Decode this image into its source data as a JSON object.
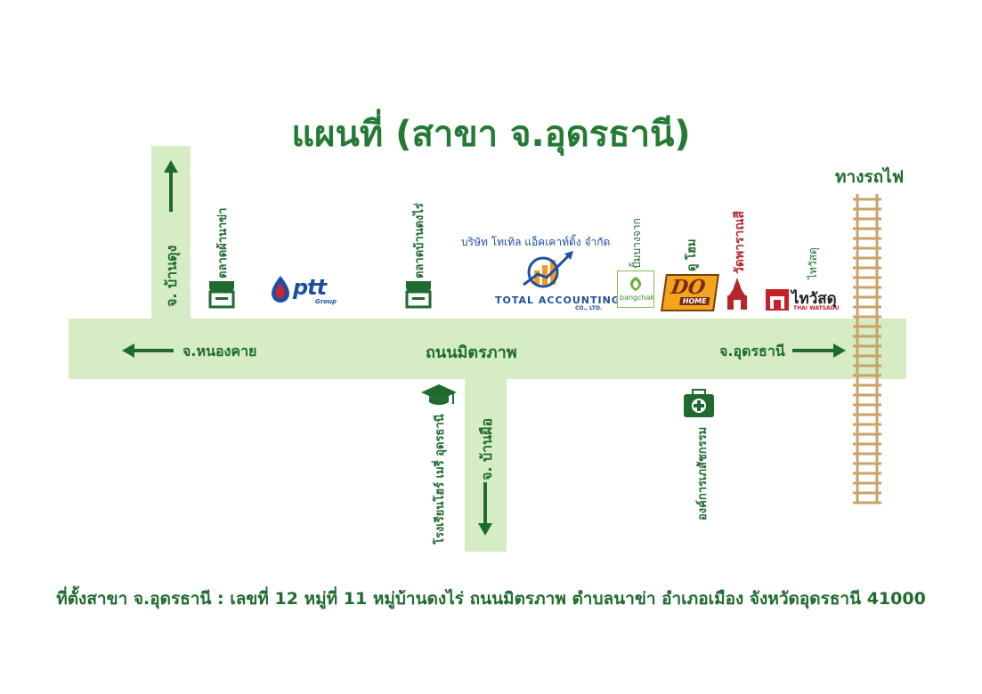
{
  "title": "แผนที่ (สาขา จ.อุดรธานี)",
  "colors": {
    "road": "#d6ecc4",
    "text": "#1f6b2f",
    "accent": "#237a33",
    "rail": "#c8a46a",
    "ptt_blue": "#1d4fa0",
    "red": "#b3282d"
  },
  "roads": {
    "main": "ถนนมิตรภาพ",
    "west": "จ.หนองคาย",
    "east": "จ.อุดรธานี",
    "north": "จ. บ้านดุง",
    "south": "จ. บ้านผือ"
  },
  "railway": "ทางรถไฟ",
  "landmarks": {
    "market_nakha": "ตลาดผ้านาข่า",
    "ptt": "ptt",
    "ptt_sub": "Group",
    "market_dongrai": "ตลาดบ้านดงไร่",
    "total_thai": "บริษัท โทเทิล แอ็คเคาท์ติ้ง จำกัด",
    "total_en": "TOTAL ACCOUNTING",
    "total_sub": "CO., LTD.",
    "bangchak_thai": "ปั้มบางจาก",
    "bangchak": "bangchak",
    "dohome_thai": "ดู โฮม",
    "dohome_do": "DO",
    "dohome_home": "HOME",
    "wat": "วัดพาราณสี",
    "thaiwatsadu_thai": "ไทวัสดุ",
    "thaiwatsadu_logo": "ไทวัสดุ",
    "thaiwatsadu_en": "THAI WATSADU",
    "school": "โรงเรียนโฮร์ เมรี่ อุดรธานี",
    "pharmacy": "องค์การเภสัชกรรม"
  },
  "footer": "ที่ตั้งสาขา จ.อุดรธานี : เลขที่ 12 หมู่ที่ 11 หมู่บ้านดงไร่ ถนนมิตรภาพ ตำบลนาข่า อำเภอเมือง จังหวัดอุดรธานี 41000"
}
